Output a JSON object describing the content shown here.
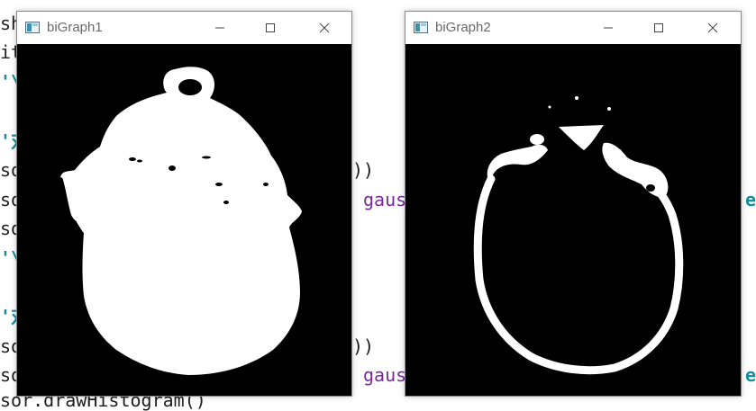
{
  "code_fragments": {
    "l1": "sh",
    "l2": "it",
    "l3": "'\\",
    "l4": "'对",
    "l5": "so",
    "l5b": "))",
    "l6": "so",
    "l6b": "gaus",
    "l6c": "e",
    "l7": "so",
    "l8": "'\\",
    "l9": "'对",
    "l10": "so",
    "l10b": "))",
    "l11": "so",
    "l11b": "gaus",
    "l11c": "e",
    "l12": "sor.drawHistogram()"
  },
  "windows": [
    {
      "title": "biGraph1",
      "icon": "app-window-icon",
      "controls": {
        "minimize": "─",
        "maximize": "☐",
        "close": "✕"
      }
    },
    {
      "title": "biGraph2",
      "icon": "app-window-icon",
      "controls": {
        "minimize": "─",
        "maximize": "☐",
        "close": "✕"
      }
    }
  ],
  "colors": {
    "canvas_bg": "#000000",
    "mask_fg": "#ffffff",
    "keyword_cyan": "#0f8fa0",
    "keyword_purple": "#7a2a9a"
  }
}
